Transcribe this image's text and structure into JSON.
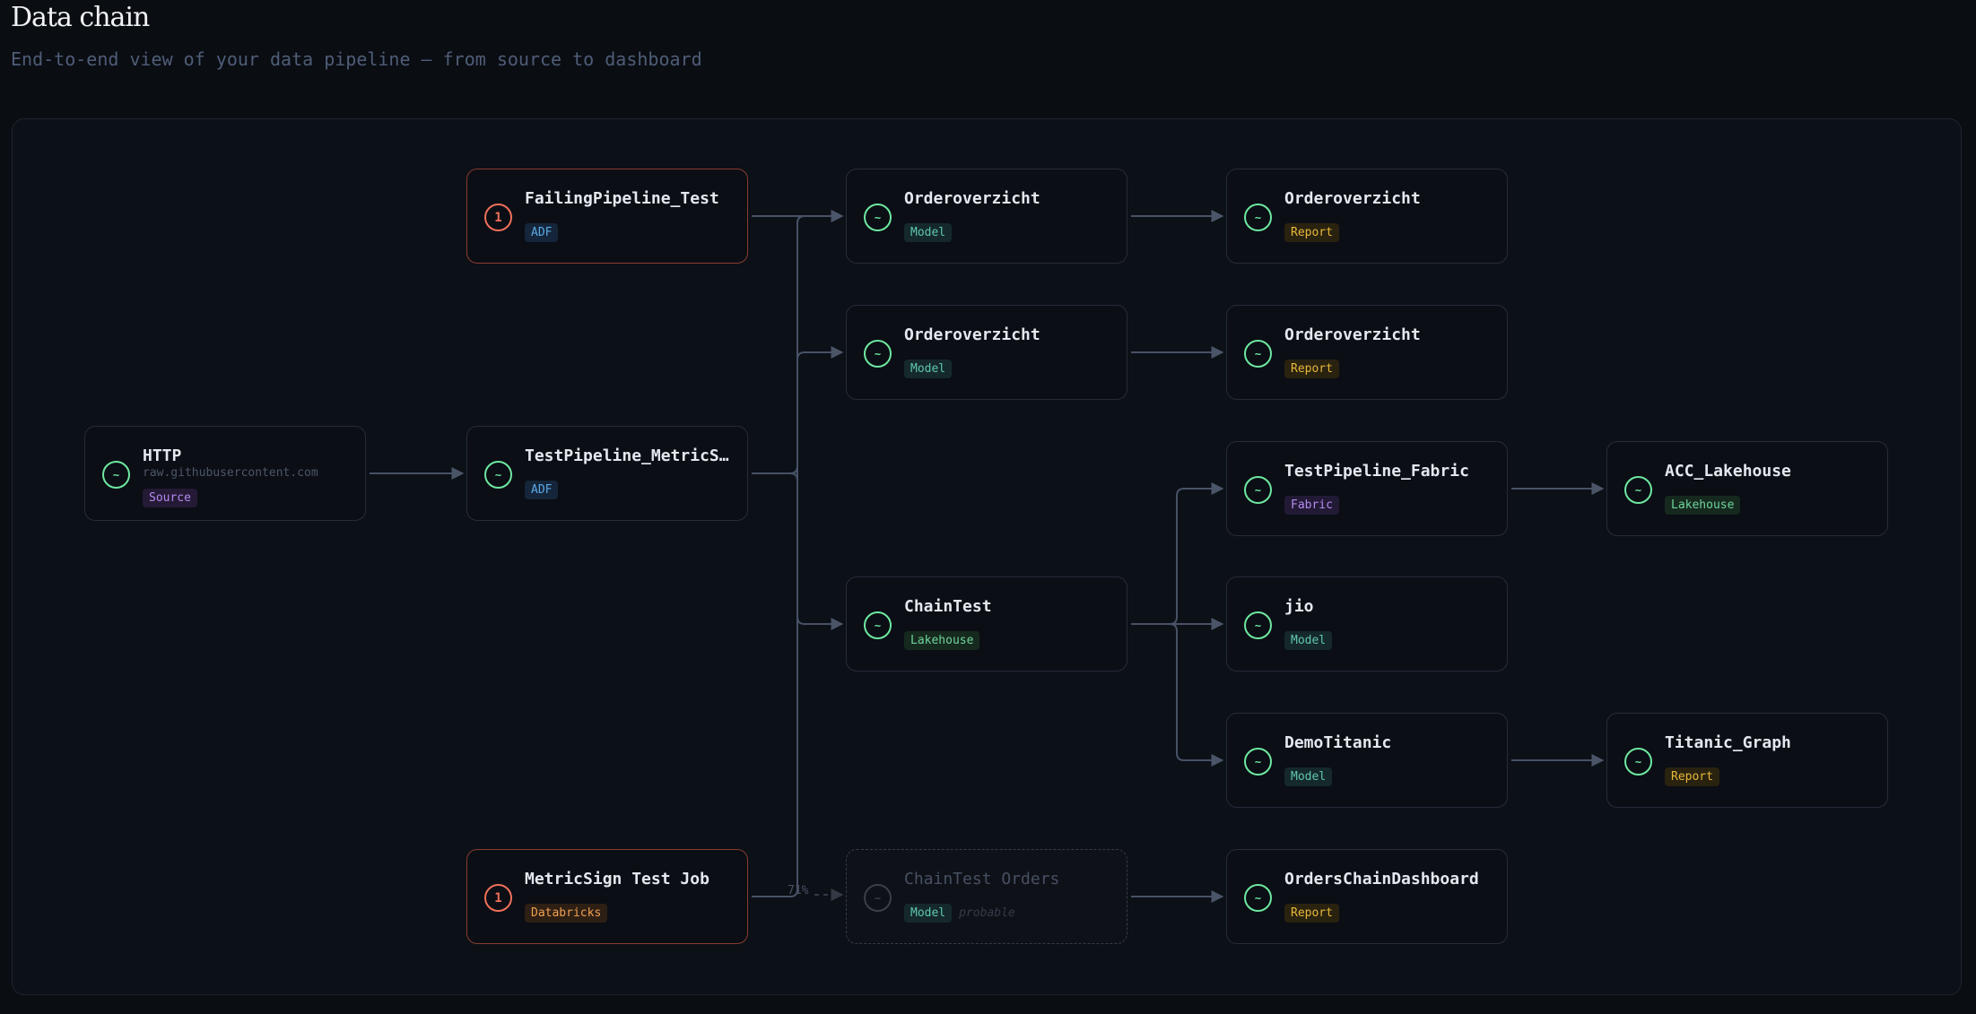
{
  "header": {
    "title": "Data chain",
    "subtitle": "End-to-end view of your data pipeline — from source to dashboard"
  },
  "badge_colors": {
    "Source": {
      "text": "#b58af0",
      "bg": "#241a36"
    },
    "ADF": {
      "text": "#5aa9e6",
      "bg": "#15253a"
    },
    "Databricks": {
      "text": "#f0a050",
      "bg": "#2e1f14"
    },
    "Model": {
      "text": "#5fc7b0",
      "bg": "#15292a"
    },
    "Report": {
      "text": "#e8b83a",
      "bg": "#29220f"
    },
    "Lakehouse": {
      "text": "#6fd49a",
      "bg": "#16291f"
    },
    "Fabric": {
      "text": "#b58af0",
      "bg": "#221a35"
    }
  },
  "nodes": [
    {
      "id": "http",
      "title": "HTTP",
      "subtitle": "raw.githubusercontent.com",
      "badge": "Source",
      "status": "ok",
      "icon": "~"
    },
    {
      "id": "failing",
      "title": "FailingPipeline_Test",
      "badge": "ADF",
      "status": "error",
      "icon": "1"
    },
    {
      "id": "tpm",
      "title": "TestPipeline_MetricS…",
      "badge": "ADF",
      "status": "ok",
      "icon": "~"
    },
    {
      "id": "msjob",
      "title": "MetricSign Test Job",
      "badge": "Databricks",
      "status": "error",
      "icon": "1"
    },
    {
      "id": "om1",
      "title": "Orderoverzicht",
      "badge": "Model",
      "status": "ok",
      "icon": "~"
    },
    {
      "id": "om2",
      "title": "Orderoverzicht",
      "badge": "Model",
      "status": "ok",
      "icon": "~"
    },
    {
      "id": "chaintest",
      "title": "ChainTest",
      "badge": "Lakehouse",
      "status": "ok",
      "icon": "~"
    },
    {
      "id": "cto",
      "title": "ChainTest Orders",
      "badge": "Model",
      "status": "probable",
      "note": "probable",
      "icon": "~"
    },
    {
      "id": "or1",
      "title": "Orderoverzicht",
      "badge": "Report",
      "status": "ok",
      "icon": "~"
    },
    {
      "id": "or2",
      "title": "Orderoverzicht",
      "badge": "Report",
      "status": "ok",
      "icon": "~"
    },
    {
      "id": "tpf",
      "title": "TestPipeline_Fabric",
      "badge": "Fabric",
      "status": "ok",
      "icon": "~"
    },
    {
      "id": "jio",
      "title": "jio",
      "badge": "Model",
      "status": "ok",
      "icon": "~"
    },
    {
      "id": "demo",
      "title": "DemoTitanic",
      "badge": "Model",
      "status": "ok",
      "icon": "~"
    },
    {
      "id": "ocd",
      "title": "OrdersChainDashboard",
      "badge": "Report",
      "status": "ok",
      "icon": "~"
    },
    {
      "id": "acc",
      "title": "ACC_Lakehouse",
      "badge": "Lakehouse",
      "status": "ok",
      "icon": "~"
    },
    {
      "id": "titanic",
      "title": "Titanic_Graph",
      "badge": "Report",
      "status": "ok",
      "icon": "~"
    }
  ],
  "edges": [
    {
      "from": "http",
      "to": "tpm"
    },
    {
      "from": "failing",
      "to": "om1"
    },
    {
      "from": "tpm",
      "to": "om1"
    },
    {
      "from": "tpm",
      "to": "om2"
    },
    {
      "from": "tpm",
      "to": "chaintest"
    },
    {
      "from": "msjob",
      "to": "om1"
    },
    {
      "from": "msjob",
      "to": "cto",
      "dashed": true,
      "label": "71%"
    },
    {
      "from": "om1",
      "to": "or1"
    },
    {
      "from": "om2",
      "to": "or2"
    },
    {
      "from": "chaintest",
      "to": "tpf"
    },
    {
      "from": "chaintest",
      "to": "jio"
    },
    {
      "from": "chaintest",
      "to": "demo"
    },
    {
      "from": "tpf",
      "to": "acc"
    },
    {
      "from": "demo",
      "to": "titanic"
    },
    {
      "from": "cto",
      "to": "ocd"
    }
  ]
}
